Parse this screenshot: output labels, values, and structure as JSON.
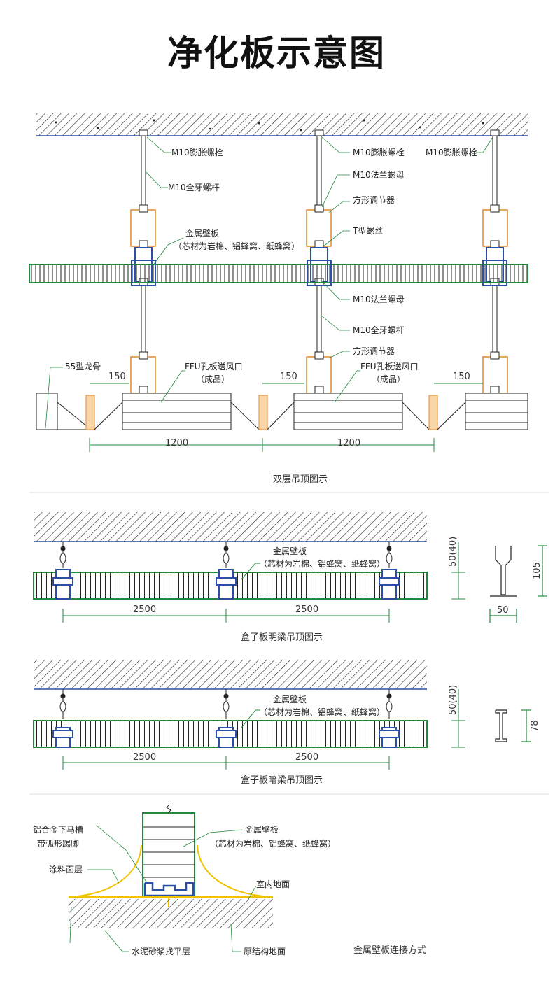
{
  "title": "净化板示意图",
  "colors": {
    "green": "#1f8a3c",
    "blue": "#2a4fa8",
    "orange": "#e08a2e",
    "yellow": "#f2c200",
    "line": "#222222"
  },
  "section1": {
    "caption": "双层吊顶图示",
    "labels": {
      "anchor_bolt_a": "M10膨胀螺栓",
      "anchor_bolt_b": "M10膨胀螺栓",
      "anchor_bolt_c": "M10膨胀螺栓",
      "threaded_rod_a": "M10全牙螺杆",
      "flange_nut_a": "M10法兰螺母",
      "adjuster_a": "方形调节器",
      "metal_panel": "金属壁板",
      "core_note": "（芯材为岩棉、铝蜂窝、纸蜂窝）",
      "t_screw": "T型螺丝",
      "flange_nut_b": "M10法兰螺母",
      "threaded_rod_b": "M10全牙螺杆",
      "adjuster_b": "方形调节器",
      "keel": "55型龙骨",
      "ffu_a": "FFU孔板送风口",
      "ffu_a_note": "（成品）",
      "ffu_b": "FFU孔板送风口",
      "ffu_b_note": "（成品）"
    },
    "dims": {
      "gap_a": "150",
      "gap_b": "150",
      "gap_c": "150",
      "span_a": "1200",
      "span_b": "1200"
    }
  },
  "section2": {
    "caption": "盒子板明梁吊顶图示",
    "labels": {
      "metal_panel": "金属壁板",
      "core_note": "（芯材为岩棉、铝蜂窝、纸蜂窝）"
    },
    "dims": {
      "span_a": "2500",
      "span_b": "2500",
      "thickness": "50(40)",
      "profile_h": "105",
      "profile_w": "50"
    }
  },
  "section3": {
    "caption": "盒子板暗梁吊顶图示",
    "labels": {
      "metal_panel": "金属壁板",
      "core_note": "（芯材为岩棉、铝蜂窝、纸蜂窝）"
    },
    "dims": {
      "span_a": "2500",
      "span_b": "2500",
      "thickness": "50(40)",
      "profile_h": "78"
    }
  },
  "section4": {
    "caption": "金属壁板连接方式",
    "labels": {
      "channel": "铝合金下马槽",
      "skirting": "带弧形踢脚",
      "coating": "涂料面层",
      "metal_panel": "金属壁板",
      "core_note": "（芯材为岩棉、铝蜂窝、纸蜂窝）",
      "indoor_floor": "室内地面",
      "mortar": "水泥砂浆找平层",
      "structure_floor": "原结构地面"
    }
  }
}
